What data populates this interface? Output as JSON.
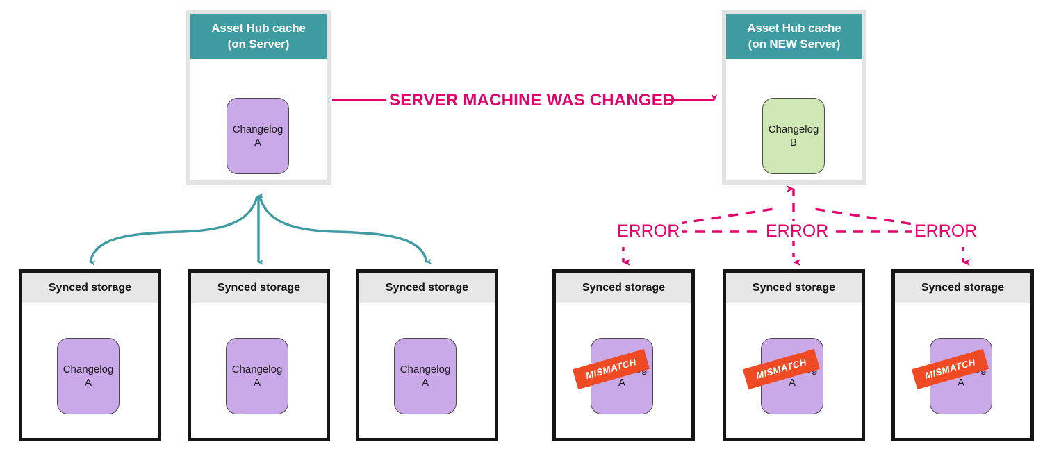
{
  "diagram": {
    "title_label": "SERVER MACHINE WAS CHANGED",
    "colors": {
      "teal_header": "#3f9ba2",
      "teal_arrow": "#3f9ba2",
      "magenta": "#e3006b",
      "purple_changelog": "#caa9e8",
      "green_changelog": "#cfe8b5",
      "orange_stamp": "#ef4a23",
      "storage_header_gray": "#e7e7e7",
      "cache_border_gray": "#e3e3e3",
      "storage_border_black": "#151515"
    }
  },
  "caches": [
    {
      "id": "old-server",
      "header_line1": "Asset Hub cache",
      "header_line2_prefix": "(on ",
      "header_line2_emphasis": "",
      "header_line2_suffix": "Server)",
      "changelog": {
        "line1": "Changelog",
        "line2": "A",
        "color": "purple"
      }
    },
    {
      "id": "new-server",
      "header_line1": "Asset Hub cache",
      "header_line2_prefix": "(on ",
      "header_line2_emphasis": "NEW",
      "header_line2_suffix": " Server)",
      "changelog": {
        "line1": "Changelog",
        "line2": "B",
        "color": "green"
      }
    }
  ],
  "storages_left": [
    {
      "header": "Synced storage",
      "changelog": {
        "line1": "Changelog",
        "line2": "A"
      },
      "stamp": null
    },
    {
      "header": "Synced storage",
      "changelog": {
        "line1": "Changelog",
        "line2": "A"
      },
      "stamp": null
    },
    {
      "header": "Synced storage",
      "changelog": {
        "line1": "Changelog",
        "line2": "A"
      },
      "stamp": null
    }
  ],
  "storages_right": [
    {
      "header": "Synced storage",
      "changelog": {
        "line1": "Changelog",
        "line2": "A"
      },
      "stamp": "MISMATCH"
    },
    {
      "header": "Synced storage",
      "changelog": {
        "line1": "Changelog",
        "line2": "A"
      },
      "stamp": "MISMATCH"
    },
    {
      "header": "Synced storage",
      "changelog": {
        "line1": "Changelog",
        "line2": "A"
      },
      "stamp": "MISMATCH"
    }
  ],
  "error_labels": [
    {
      "text": "ERROR"
    },
    {
      "text": "ERROR"
    },
    {
      "text": "ERROR"
    }
  ]
}
